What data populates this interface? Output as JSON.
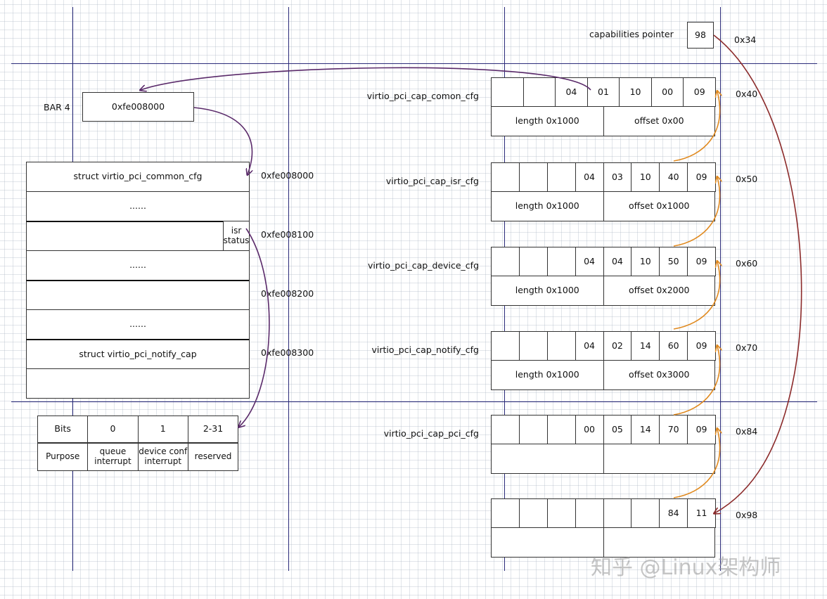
{
  "capabilities": {
    "label": "capabilities pointer",
    "value": "98",
    "offset": "0x34"
  },
  "bar": {
    "label": "BAR 4",
    "value": "0xfe008000"
  },
  "memory_rows": [
    {
      "text": "struct virtio_pci_common_cfg",
      "addr": "0xfe008000"
    },
    {
      "text": "......",
      "addr": ""
    },
    {
      "text": "",
      "addr": "0xfe008100",
      "right_text": "isr status"
    },
    {
      "text": "......",
      "addr": ""
    },
    {
      "text": "",
      "addr": "0xfe008200"
    },
    {
      "text": "......",
      "addr": ""
    },
    {
      "text": "struct virtio_pci_notify_cap",
      "addr": "0xfe008300"
    },
    {
      "text": "",
      "addr": ""
    }
  ],
  "isr_table": {
    "headers": [
      "Bits",
      "0",
      "1",
      "2-31"
    ],
    "row": [
      "Purpose",
      "queue interrupt",
      "device conf interrupt",
      "reserved"
    ]
  },
  "caps": [
    {
      "name": "virtio_pci_cap_comon_cfg",
      "bytes": [
        "",
        "",
        "04",
        "01",
        "10",
        "00",
        "09"
      ],
      "length": "length 0x1000",
      "offset": "offset 0x00",
      "addr": "0x40"
    },
    {
      "name": "virtio_pci_cap_isr_cfg",
      "bytes": [
        "",
        "",
        "",
        "04",
        "03",
        "10",
        "40",
        "09"
      ],
      "length": "length 0x1000",
      "offset": "offset 0x1000",
      "addr": "0x50"
    },
    {
      "name": "virtio_pci_cap_device_cfg",
      "bytes": [
        "",
        "",
        "",
        "04",
        "04",
        "10",
        "50",
        "09"
      ],
      "length": "length 0x1000",
      "offset": "offset 0x2000",
      "addr": "0x60"
    },
    {
      "name": "virtio_pci_cap_notify_cfg",
      "bytes": [
        "",
        "",
        "",
        "04",
        "02",
        "14",
        "60",
        "09"
      ],
      "length": "length 0x1000",
      "offset": "offset 0x3000",
      "addr": "0x70"
    },
    {
      "name": "virtio_pci_cap_pci_cfg",
      "bytes": [
        "",
        "",
        "",
        "00",
        "05",
        "14",
        "70",
        "09"
      ],
      "length": "",
      "offset": "",
      "addr": "0x84"
    },
    {
      "name": "",
      "bytes": [
        "",
        "",
        "",
        "",
        "",
        "",
        "84",
        "11"
      ],
      "length": "",
      "offset": "",
      "addr": "0x98"
    }
  ],
  "watermark": "知乎 @Linux架构师",
  "colors": {
    "grid_line": "#2b2b7a",
    "purple_arrow": "#5a2a6a",
    "orange_arrow": "#e08a20",
    "red_arrow": "#8b2a2a"
  }
}
